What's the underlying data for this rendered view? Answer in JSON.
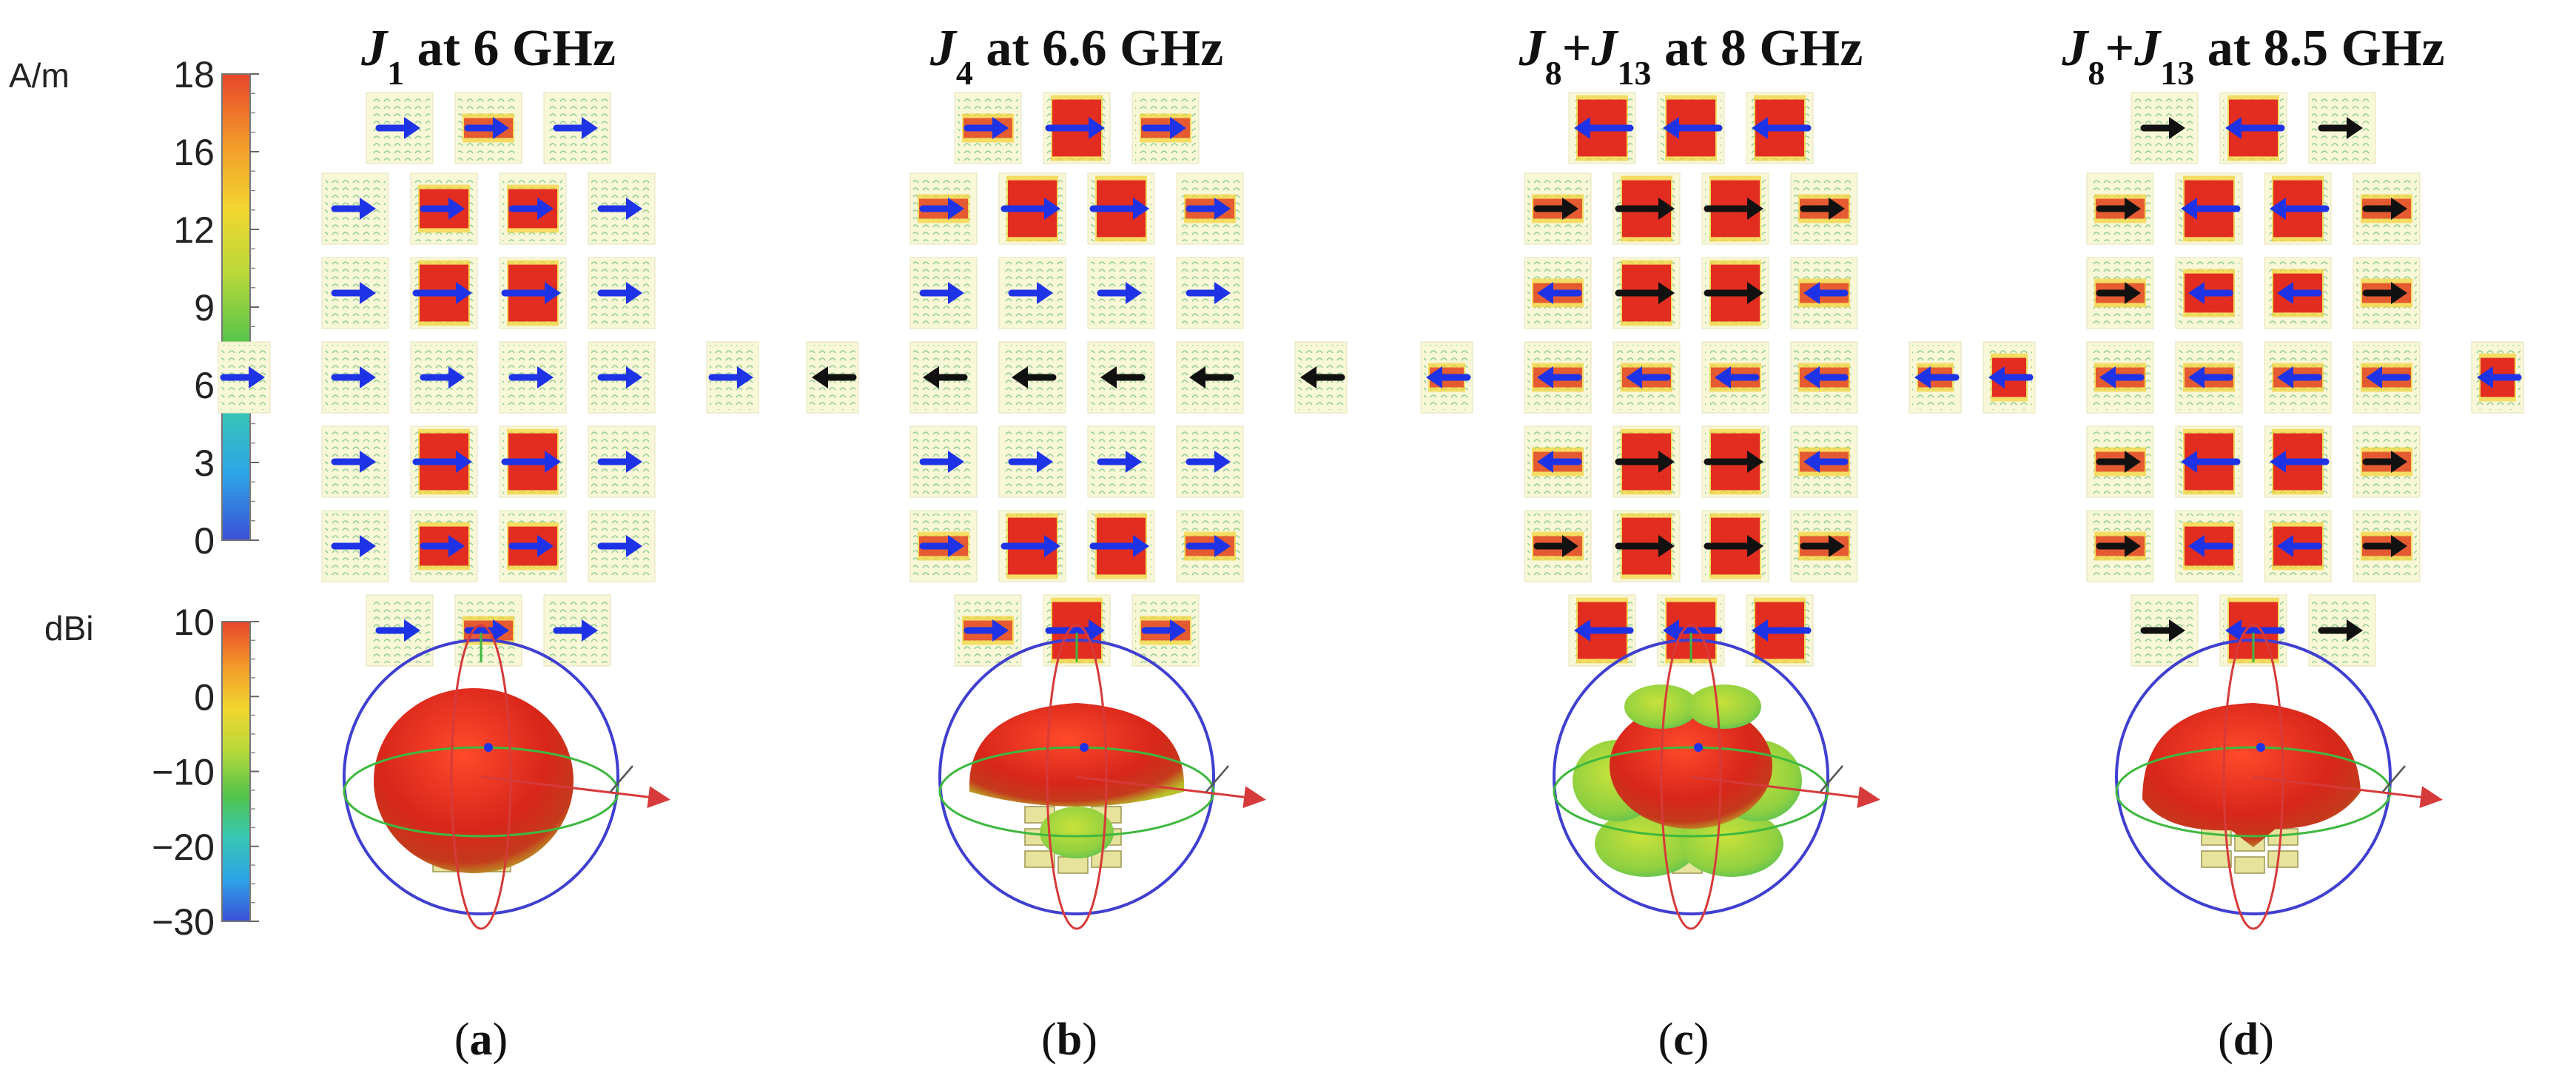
{
  "colors": {
    "background": "#ffffff",
    "tile": "#f8f7d8",
    "arrow_blue": "#1f33e6",
    "arrow_black": "#111111",
    "hot": "#e0231c",
    "warm": "#f3d233",
    "cool": "#39b84a",
    "sphere_circle": "#3f3fd0",
    "sphere_ring": "#3fb83f",
    "sphere_meridian": "#d63a3a",
    "colormap": [
      "#3a4fd6",
      "#2ea4e8",
      "#37c7b5",
      "#52c44a",
      "#b8d83a",
      "#f2d62f",
      "#f39a2a",
      "#e8452a"
    ]
  },
  "colorbars": [
    {
      "unit": "A/m",
      "ticks": [
        "18",
        "16",
        "12",
        "9",
        "6",
        "3",
        "0"
      ]
    },
    {
      "unit": "dBi",
      "ticks": [
        "10",
        "0",
        "−10",
        "−20",
        "−30"
      ]
    }
  ],
  "panels": [
    {
      "title_parts": [
        {
          "text": "J",
          "italic": true
        },
        {
          "text": "1",
          "sub": true
        },
        {
          "text": " at 6 GHz"
        }
      ],
      "label_open": "(",
      "label_letter": "a",
      "label_close": ")",
      "rows": [
        {
          "count": 3,
          "arrows": [
            "RB",
            "RB",
            "RB"
          ],
          "heat": [
            0,
            1,
            0
          ]
        },
        {
          "count": 4,
          "arrows": [
            "RB",
            "RB",
            "RB",
            "RB"
          ],
          "heat": [
            0,
            2,
            2,
            0
          ]
        },
        {
          "count": 4,
          "arrows": [
            "RB",
            "RB",
            "RB",
            "RB"
          ],
          "heat": [
            0,
            3,
            3,
            0
          ]
        },
        {
          "count": 6,
          "arrows": [
            "RB",
            "RB",
            "RB",
            "RB",
            "RB",
            "RB"
          ],
          "heat": [
            0,
            0,
            0,
            0,
            0,
            0
          ],
          "outer_only": true
        },
        {
          "count": 4,
          "arrows": [
            "RB",
            "RB",
            "RB",
            "RB"
          ],
          "heat": [
            0,
            3,
            3,
            0
          ]
        },
        {
          "count": 4,
          "arrows": [
            "RB",
            "RB",
            "RB",
            "RB"
          ],
          "heat": [
            0,
            2,
            2,
            0
          ]
        },
        {
          "count": 3,
          "arrows": [
            "RB",
            "RB",
            "RB"
          ],
          "heat": [
            0,
            1,
            0
          ]
        }
      ],
      "pattern": "broadside"
    },
    {
      "title_parts": [
        {
          "text": "J",
          "italic": true
        },
        {
          "text": "4",
          "sub": true
        },
        {
          "text": " at 6.6 GHz"
        }
      ],
      "label_open": "(",
      "label_letter": "b",
      "label_close": ")",
      "rows": [
        {
          "count": 3,
          "arrows": [
            "RB",
            "RB",
            "RB"
          ],
          "heat": [
            1,
            3,
            1
          ]
        },
        {
          "count": 4,
          "arrows": [
            "RB",
            "RB",
            "RB",
            "RB"
          ],
          "heat": [
            1,
            3,
            3,
            1
          ]
        },
        {
          "count": 4,
          "arrows": [
            "RB",
            "RB",
            "RB",
            "RB"
          ],
          "heat": [
            0,
            0,
            0,
            0
          ]
        },
        {
          "count": 6,
          "arrows": [
            "LK",
            "LK",
            "LK",
            "LK",
            "LK",
            "LK"
          ],
          "heat": [
            0,
            0,
            0,
            0,
            0,
            0
          ],
          "outer_only": true
        },
        {
          "count": 4,
          "arrows": [
            "RB",
            "RB",
            "RB",
            "RB"
          ],
          "heat": [
            0,
            0,
            0,
            0
          ]
        },
        {
          "count": 4,
          "arrows": [
            "RB",
            "RB",
            "RB",
            "RB"
          ],
          "heat": [
            1,
            3,
            3,
            1
          ]
        },
        {
          "count": 3,
          "arrows": [
            "RB",
            "RB",
            "RB"
          ],
          "heat": [
            1,
            3,
            1
          ]
        }
      ],
      "pattern": "mushroom"
    },
    {
      "title_parts": [
        {
          "text": "J",
          "italic": true
        },
        {
          "text": "8",
          "sub": true
        },
        {
          "text": "+"
        },
        {
          "text": "J",
          "italic": true
        },
        {
          "text": "13",
          "sub": true
        },
        {
          "text": " at 8 GHz"
        }
      ],
      "label_open": "(",
      "label_letter": "c",
      "label_close": ")",
      "rows": [
        {
          "count": 3,
          "arrows": [
            "LB",
            "LB",
            "LB"
          ],
          "heat": [
            3,
            3,
            3
          ]
        },
        {
          "count": 4,
          "arrows": [
            "RK",
            "RK",
            "RK",
            "RK"
          ],
          "heat": [
            1,
            3,
            3,
            1
          ]
        },
        {
          "count": 4,
          "arrows": [
            "LB",
            "RK",
            "RK",
            "LB"
          ],
          "heat": [
            1,
            3,
            3,
            1
          ]
        },
        {
          "count": 6,
          "arrows": [
            "LB",
            "LB",
            "LB",
            "LB",
            "LB",
            "LB"
          ],
          "heat": [
            1,
            1,
            1,
            1,
            1,
            1
          ],
          "outer_only": true
        },
        {
          "count": 4,
          "arrows": [
            "LB",
            "RK",
            "RK",
            "LB"
          ],
          "heat": [
            1,
            3,
            3,
            1
          ]
        },
        {
          "count": 4,
          "arrows": [
            "RK",
            "RK",
            "RK",
            "RK"
          ],
          "heat": [
            1,
            3,
            3,
            1
          ]
        },
        {
          "count": 3,
          "arrows": [
            "LB",
            "LB",
            "LB"
          ],
          "heat": [
            3,
            3,
            3
          ]
        }
      ],
      "pattern": "split"
    },
    {
      "title_parts": [
        {
          "text": "J",
          "italic": true
        },
        {
          "text": "8",
          "sub": true
        },
        {
          "text": "+"
        },
        {
          "text": "J",
          "italic": true
        },
        {
          "text": "13",
          "sub": true
        },
        {
          "text": " at 8.5 GHz"
        }
      ],
      "label_open": "(",
      "label_letter": "d",
      "label_close": ")",
      "rows": [
        {
          "count": 3,
          "arrows": [
            "RK",
            "LB",
            "RK"
          ],
          "heat": [
            0,
            3,
            0
          ]
        },
        {
          "count": 4,
          "arrows": [
            "RK",
            "LB",
            "LB",
            "RK"
          ],
          "heat": [
            1,
            3,
            3,
            1
          ]
        },
        {
          "count": 4,
          "arrows": [
            "RK",
            "LB",
            "LB",
            "RK"
          ],
          "heat": [
            1,
            2,
            2,
            1
          ]
        },
        {
          "count": 6,
          "arrows": [
            "LB",
            "LB",
            "LB",
            "LB",
            "LB",
            "LB"
          ],
          "heat": [
            2,
            1,
            1,
            1,
            1,
            2
          ],
          "outer_only": true
        },
        {
          "count": 4,
          "arrows": [
            "RK",
            "LB",
            "LB",
            "RK"
          ],
          "heat": [
            1,
            3,
            3,
            1
          ]
        },
        {
          "count": 4,
          "arrows": [
            "RK",
            "LB",
            "LB",
            "RK"
          ],
          "heat": [
            1,
            2,
            2,
            1
          ]
        },
        {
          "count": 3,
          "arrows": [
            "RK",
            "LB",
            "RK"
          ],
          "heat": [
            0,
            3,
            0
          ]
        }
      ],
      "pattern": "tilted"
    }
  ]
}
